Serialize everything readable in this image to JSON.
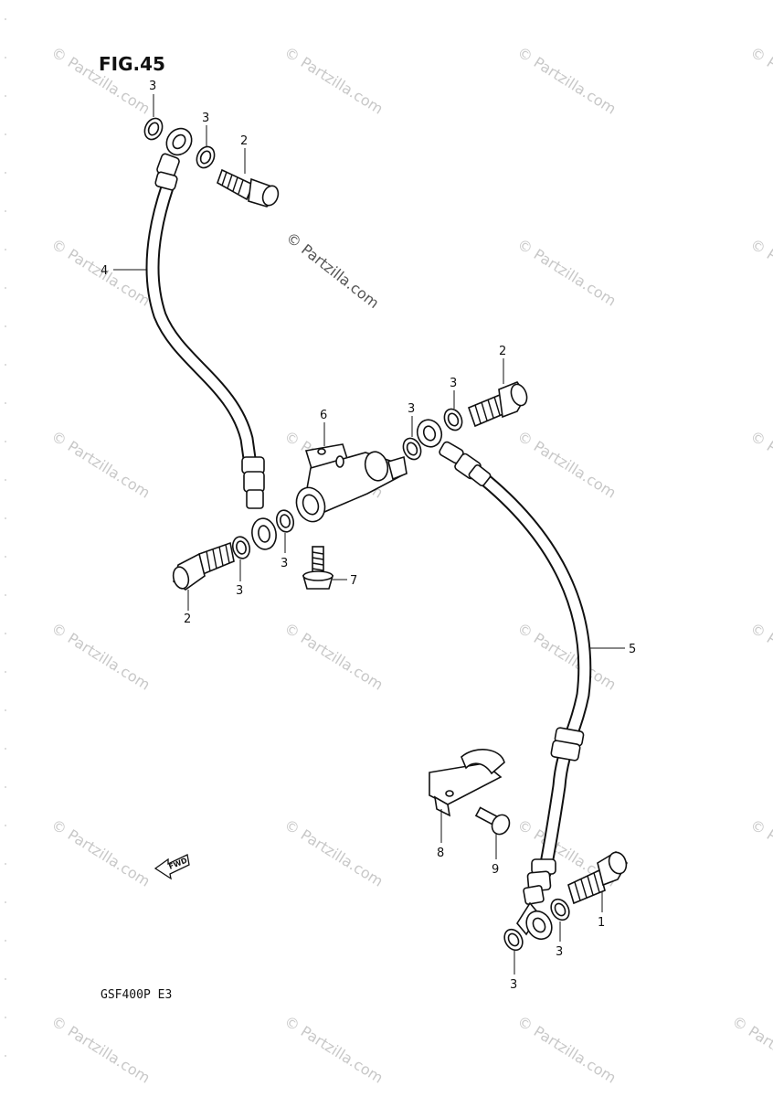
{
  "figure": {
    "title": "FIG.45",
    "model_code": "GSF400P  E3",
    "direction_marker": "FWD"
  },
  "watermark": {
    "text": "© Partzilla.com"
  },
  "callouts": [
    {
      "id": "c-3a",
      "label": "3"
    },
    {
      "id": "c-3b",
      "label": "3"
    },
    {
      "id": "c-2a",
      "label": "2"
    },
    {
      "id": "c-4",
      "label": "4"
    },
    {
      "id": "c-2b",
      "label": "2"
    },
    {
      "id": "c-3c",
      "label": "3"
    },
    {
      "id": "c-3d",
      "label": "3"
    },
    {
      "id": "c-6",
      "label": "6"
    },
    {
      "id": "c-3e",
      "label": "3"
    },
    {
      "id": "c-3f",
      "label": "3"
    },
    {
      "id": "c-2c",
      "label": "2"
    },
    {
      "id": "c-7",
      "label": "7"
    },
    {
      "id": "c-5",
      "label": "5"
    },
    {
      "id": "c-8",
      "label": "8"
    },
    {
      "id": "c-9",
      "label": "9"
    },
    {
      "id": "c-1",
      "label": "1"
    },
    {
      "id": "c-3g",
      "label": "3"
    },
    {
      "id": "c-3h",
      "label": "3"
    }
  ]
}
